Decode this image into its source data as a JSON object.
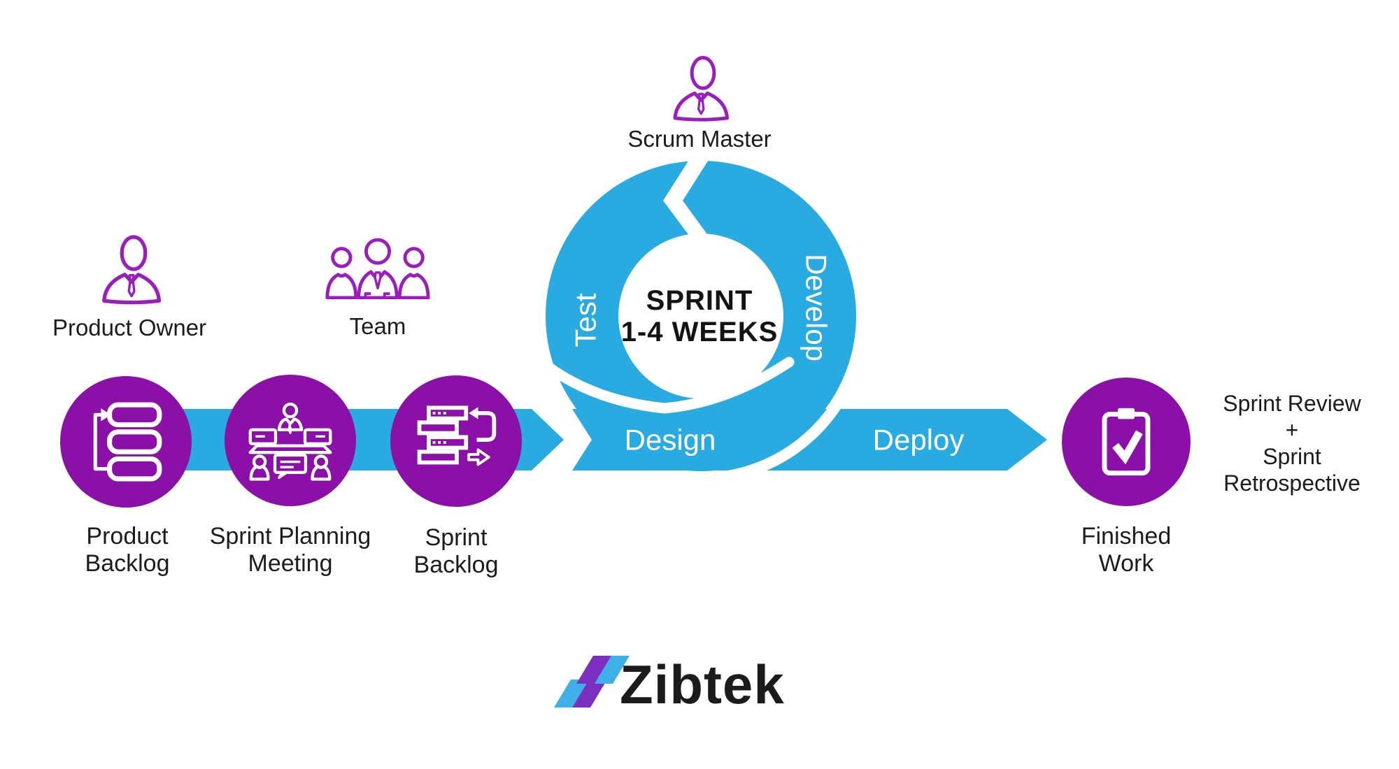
{
  "colors": {
    "flow_blue": "#29ABE2",
    "stage_purple": "#8A10A8",
    "outline_purple": "#9A1EBE",
    "text_dark": "#1c1c1c",
    "logo_blue": "#3FAFE8",
    "logo_purple": "#7A2FC0"
  },
  "actors": {
    "scrum_master": {
      "label": "Scrum Master",
      "icon": "person-suit-icon"
    },
    "product_owner": {
      "label": "Product Owner",
      "icon": "person-suit-icon"
    },
    "team": {
      "label": "Team",
      "icon": "people-group-icon"
    }
  },
  "stages": {
    "product_backlog": {
      "line1": "Product",
      "line2": "Backlog",
      "icon": "backlog-list-icon"
    },
    "sprint_planning": {
      "line1": "Sprint Planning",
      "line2": "Meeting",
      "icon": "meeting-table-icon"
    },
    "sprint_backlog": {
      "line1": "Sprint",
      "line2": "Backlog",
      "icon": "task-loop-icon"
    },
    "finished_work": {
      "line1": "Finished",
      "line2": "Work",
      "icon": "clipboard-check-icon"
    }
  },
  "cycle": {
    "center_line1": "SPRINT",
    "center_line2": "1-4 WEEKS",
    "left": "Test",
    "right": "Develop",
    "bottom_left": "Design",
    "bottom_right": "Deploy"
  },
  "outcome_note": {
    "line1": "Sprint Review",
    "line2": "+",
    "line3": "Sprint",
    "line4": "Retrospective"
  },
  "logo": {
    "text": "Zibtek"
  }
}
